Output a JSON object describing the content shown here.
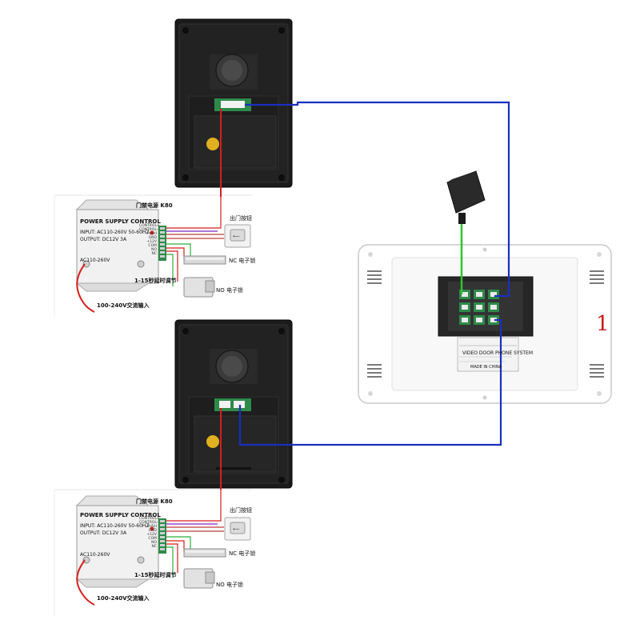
{
  "monitor": {
    "number_label": "1",
    "rear_label": "VIDEO DOOR PHONE SYSTEM",
    "made_in": "MADE IN CHINA"
  },
  "wiring_panels": [
    {
      "psu_title": "POWER SUPPLY CONTROL",
      "psu_model": "门禁电源 K80",
      "psu_spec_input": "INPUT: AC110-260V 50-60HZ",
      "psu_spec_output": "OUTPUT: DC12V 3A",
      "psu_ac_label": "AC110-260V",
      "psu_terminals": [
        "CONTROL+",
        "CONTROL-",
        "PUSH",
        "GND",
        "+12V",
        "COM",
        "NO",
        "NC"
      ],
      "exit_button_label": "出门按钮",
      "nc_lock_label": "NC 电子锁",
      "no_lock_label": "NO 电子锁",
      "delay_label": "1-15秒延时调节",
      "ac_input_label": "100-240V交流输入"
    },
    {
      "psu_title": "POWER SUPPLY CONTROL",
      "psu_model": "门禁电源 K80",
      "psu_spec_input": "INPUT: AC110-260V 50-60HZ",
      "psu_spec_output": "OUTPUT: DC12V 3A",
      "psu_ac_label": "AC110-260V",
      "psu_terminals": [
        "CONTROL+",
        "CONTROL-",
        "PUSH",
        "GND",
        "+12V",
        "COM",
        "NO",
        "NC"
      ],
      "exit_button_label": "出门按钮",
      "nc_lock_label": "NC 电子锁",
      "no_lock_label": "NO 电子锁",
      "delay_label": "1-15秒延时调节",
      "ac_input_label": "100-240V交流输入"
    }
  ],
  "colors": {
    "camera_body": "#1b1b1b",
    "monitor_body": "#ffffff",
    "signal_wire": "#1a2fbf",
    "power_wire": "#d61e1e",
    "adapter_wire": "#2fc42f",
    "connector_green": "#2e8a4a"
  },
  "icons": [
    "door-camera",
    "power-supply",
    "exit-button",
    "nc-magnetic-lock",
    "no-electric-lock",
    "power-adapter",
    "indoor-monitor"
  ]
}
